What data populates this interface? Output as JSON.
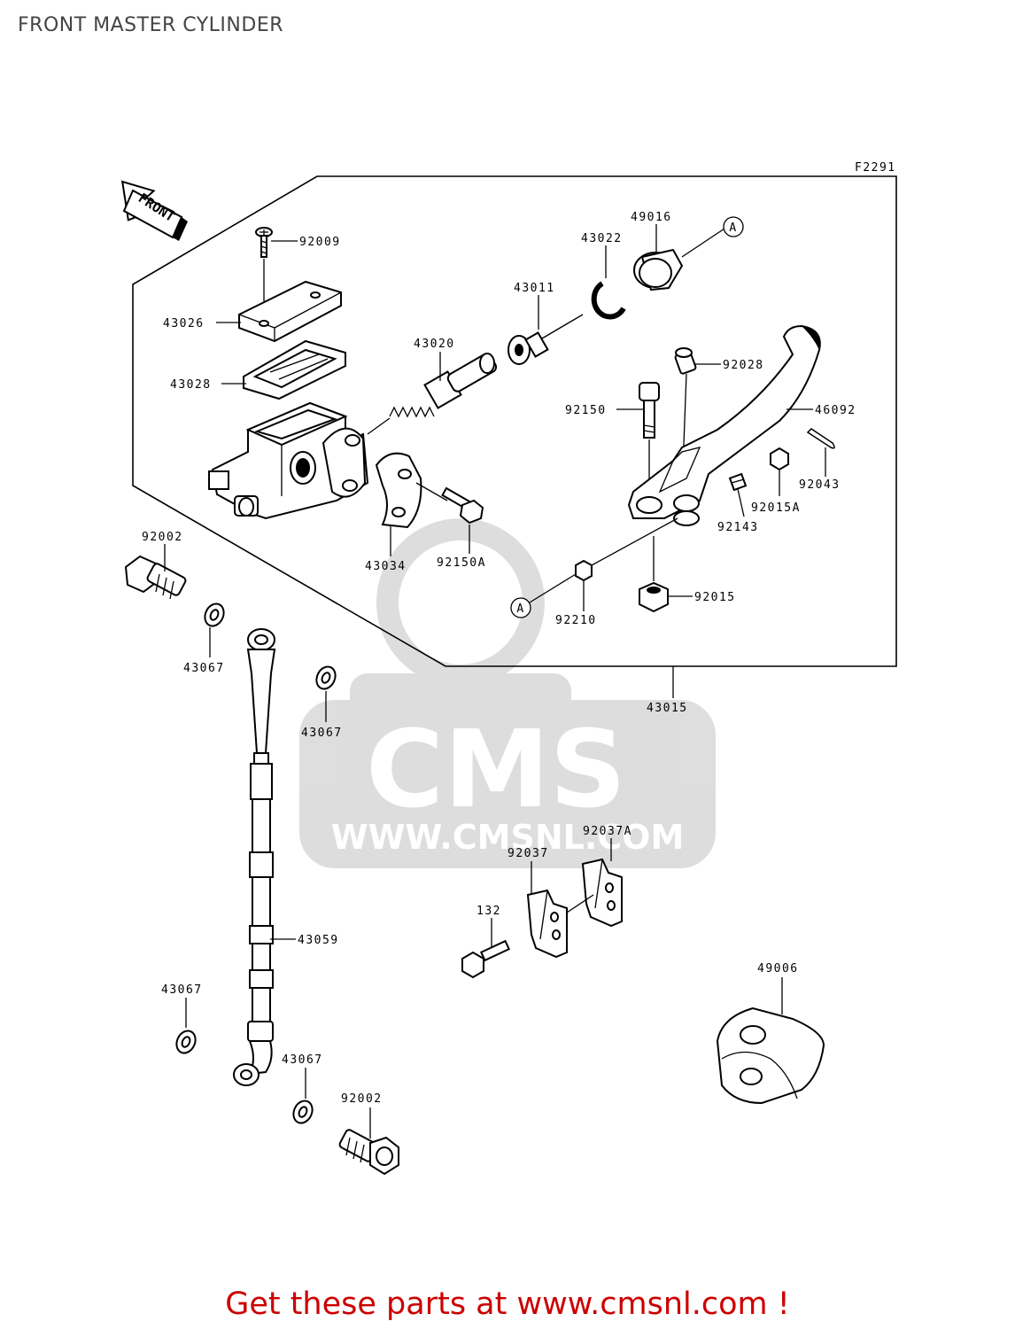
{
  "title": "FRONT MASTER CYLINDER",
  "figure_code": "F2291",
  "front_arrow_label": "FRONT",
  "ref_marker": "A",
  "watermark": {
    "brand": "CMS",
    "url": "WWW.CMSNL.COM"
  },
  "footer": {
    "text": "Get these parts at www.cmsnl.com !",
    "color": "#cc0000"
  },
  "part_labels": {
    "p92009": "92009",
    "p43026": "43026",
    "p43028": "43028",
    "p43020": "43020",
    "p43011": "43011",
    "p43022": "43022",
    "p49016": "49016",
    "p92028": "92028",
    "p92150": "92150",
    "p46092": "46092",
    "p92043": "92043",
    "p92015A": "92015A",
    "p92143": "92143",
    "p43034": "43034",
    "p92150A": "92150A",
    "p92002_top": "92002",
    "p92210": "92210",
    "p92015": "92015",
    "p43067_a": "43067",
    "p43067_b": "43067",
    "p43015": "43015",
    "p92037A": "92037A",
    "p92037": "92037",
    "p132": "132",
    "p43059": "43059",
    "p43067_c": "43067",
    "p49006": "49006",
    "p43067_d": "43067",
    "p92002_bottom": "92002"
  }
}
